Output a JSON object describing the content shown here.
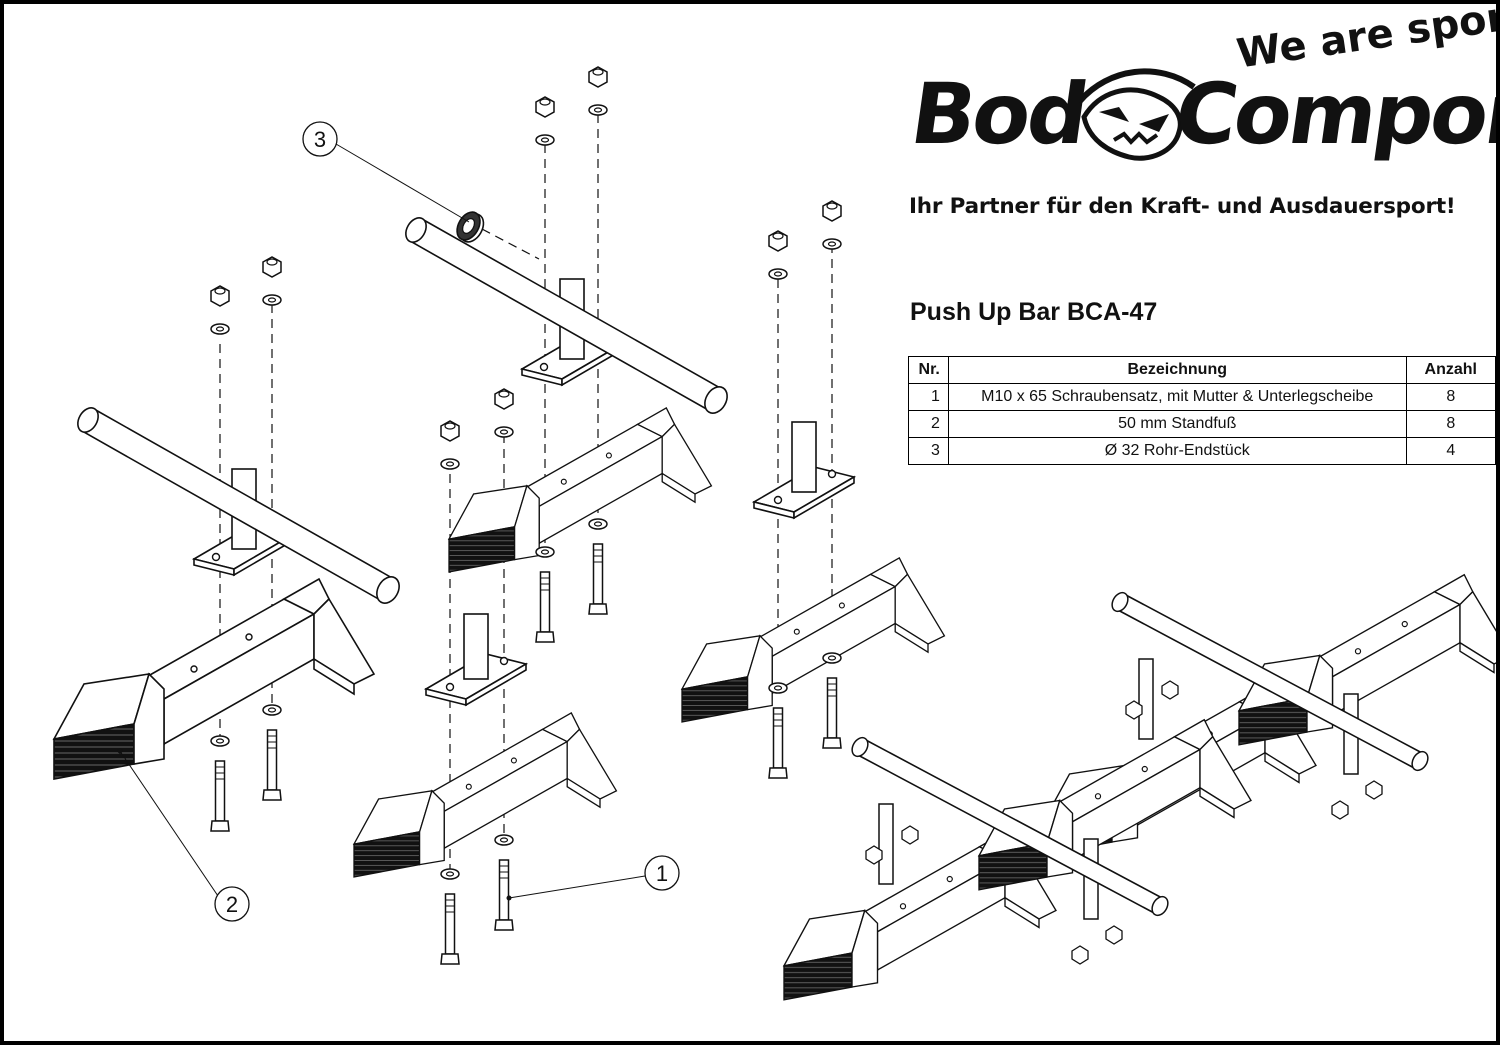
{
  "brand": {
    "word_left": "Bod",
    "word_right": "Compony",
    "slogan": "We are sport!",
    "tagline": "Ihr Partner für den Kraft- und Ausdauersport!"
  },
  "product_title": "Push Up Bar BCA-47",
  "parts_table": {
    "headers": {
      "nr": "Nr.",
      "desc": "Bezeichnung",
      "qty": "Anzahl"
    },
    "rows": [
      {
        "nr": "1",
        "desc": "M10 x 65 Schraubensatz, mit Mutter & Unterlegscheibe",
        "qty": "8"
      },
      {
        "nr": "2",
        "desc": "50 mm Standfuß",
        "qty": "8"
      },
      {
        "nr": "3",
        "desc": "Ø 32 Rohr-Endstück",
        "qty": "4"
      }
    ]
  },
  "callouts": [
    "1",
    "2",
    "3"
  ],
  "colors": {
    "line": "#111111",
    "background": "#ffffff",
    "fill": "#ffffff",
    "shade": "#e6e6e6"
  }
}
